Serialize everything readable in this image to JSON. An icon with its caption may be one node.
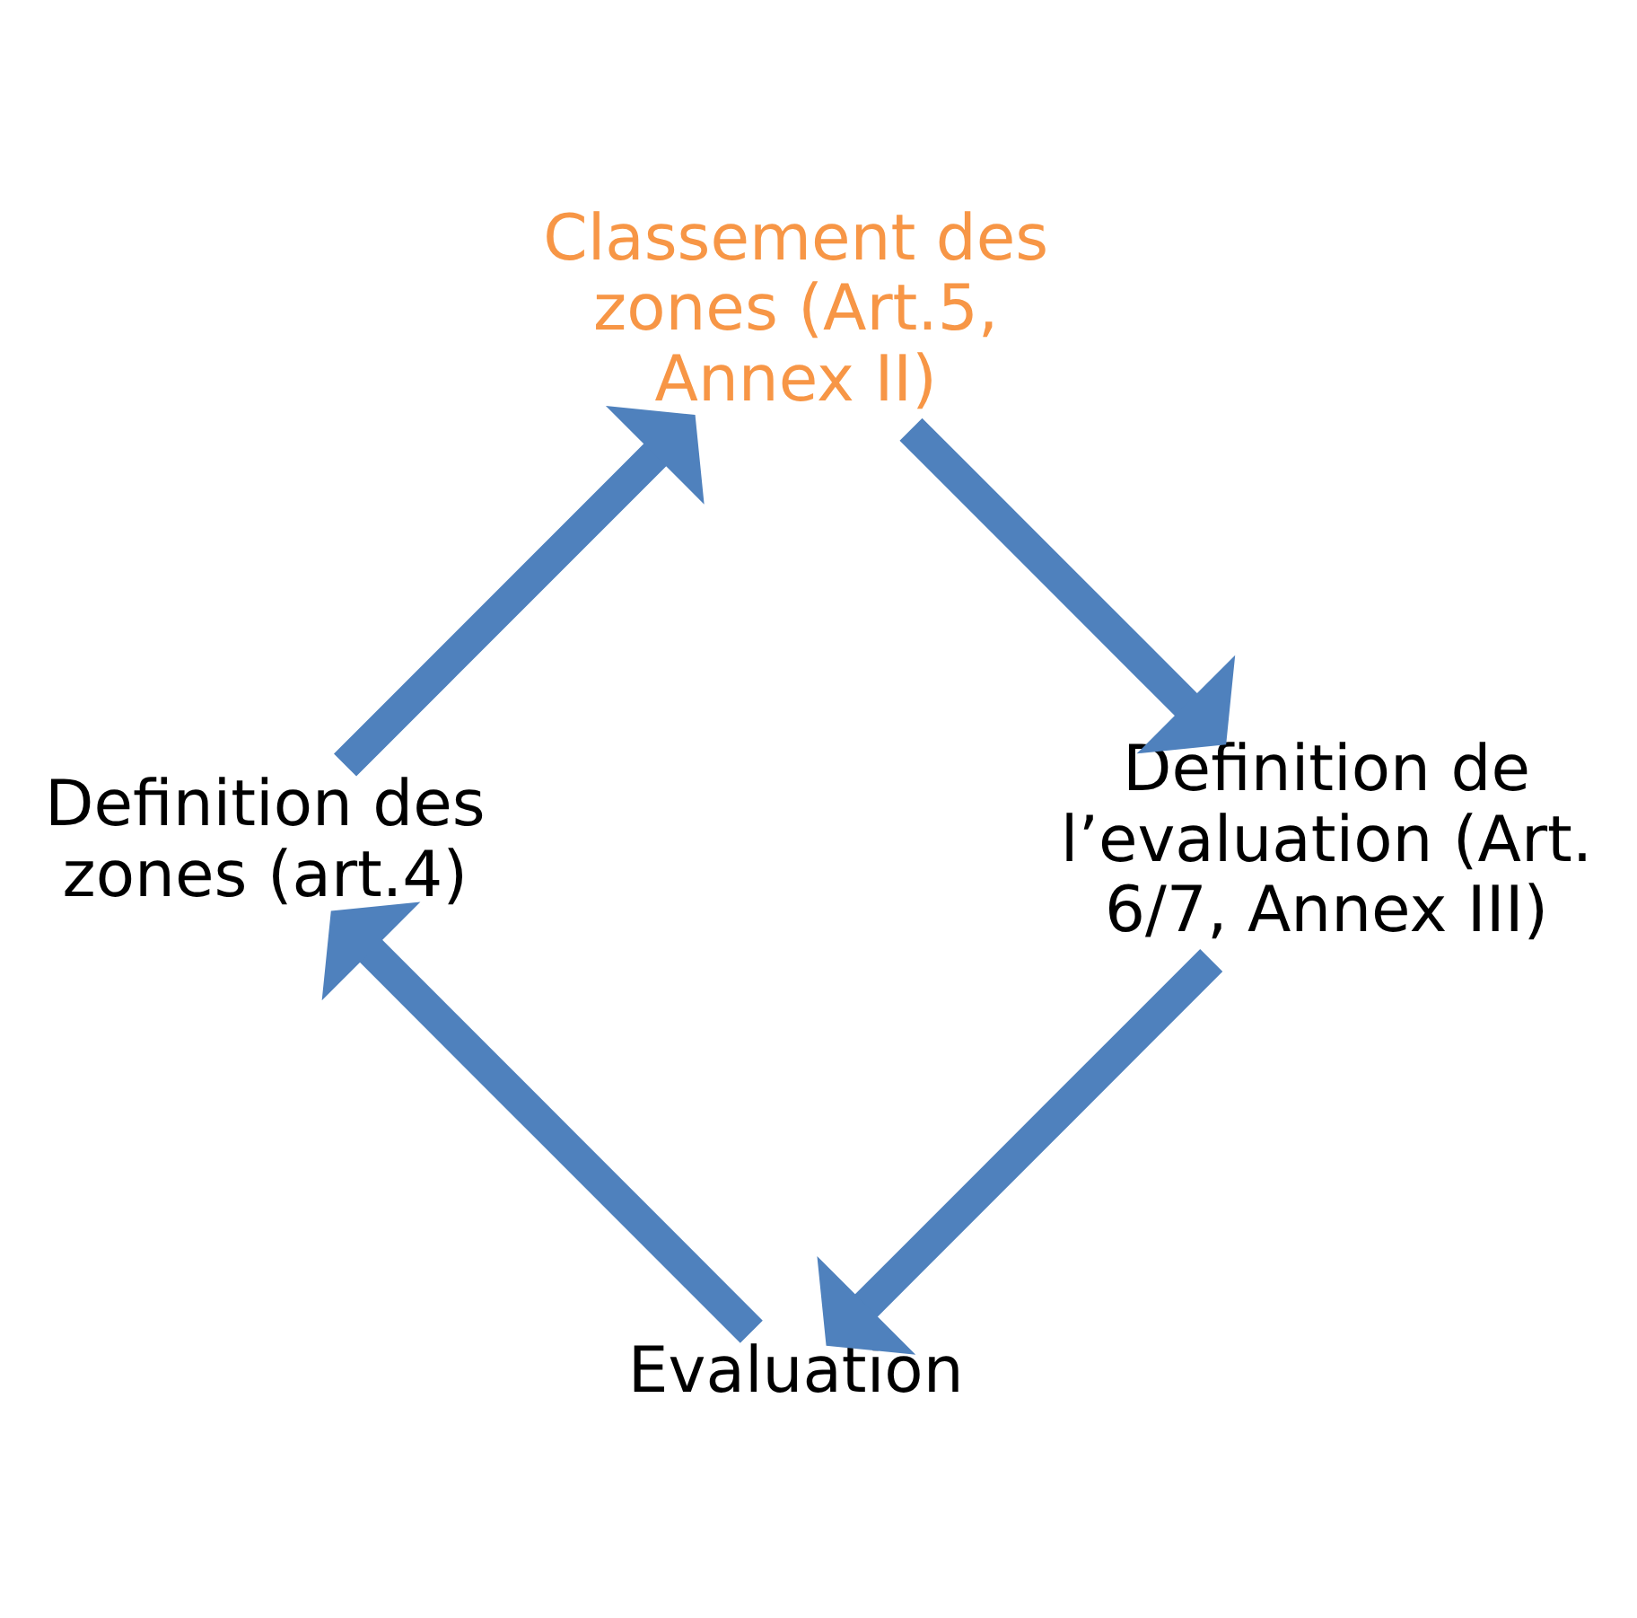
{
  "diagram": {
    "nodes": [
      {
        "text": [
          "Evaluation"
        ]
      },
      {
        "text": [
          "Definition des zones (art.4)"
        ]
      },
      {
        "text": [
          "Classement des zones (Art.5, Annex II)"
        ]
      },
      {
        "text": [
          "Definition de l’evaluation (Art. 6/7, Annex III)"
        ]
      }
    ],
    "edges": [
      {
        "from": 0,
        "to": 1,
        "arrow": "to"
      },
      {
        "from": 1,
        "to": 2,
        "arrow": "to"
      },
      {
        "from": 2,
        "to": 3,
        "arrow": "to"
      },
      {
        "from": 3,
        "to": 0,
        "arrow": "to"
      }
    ]
  }
}
